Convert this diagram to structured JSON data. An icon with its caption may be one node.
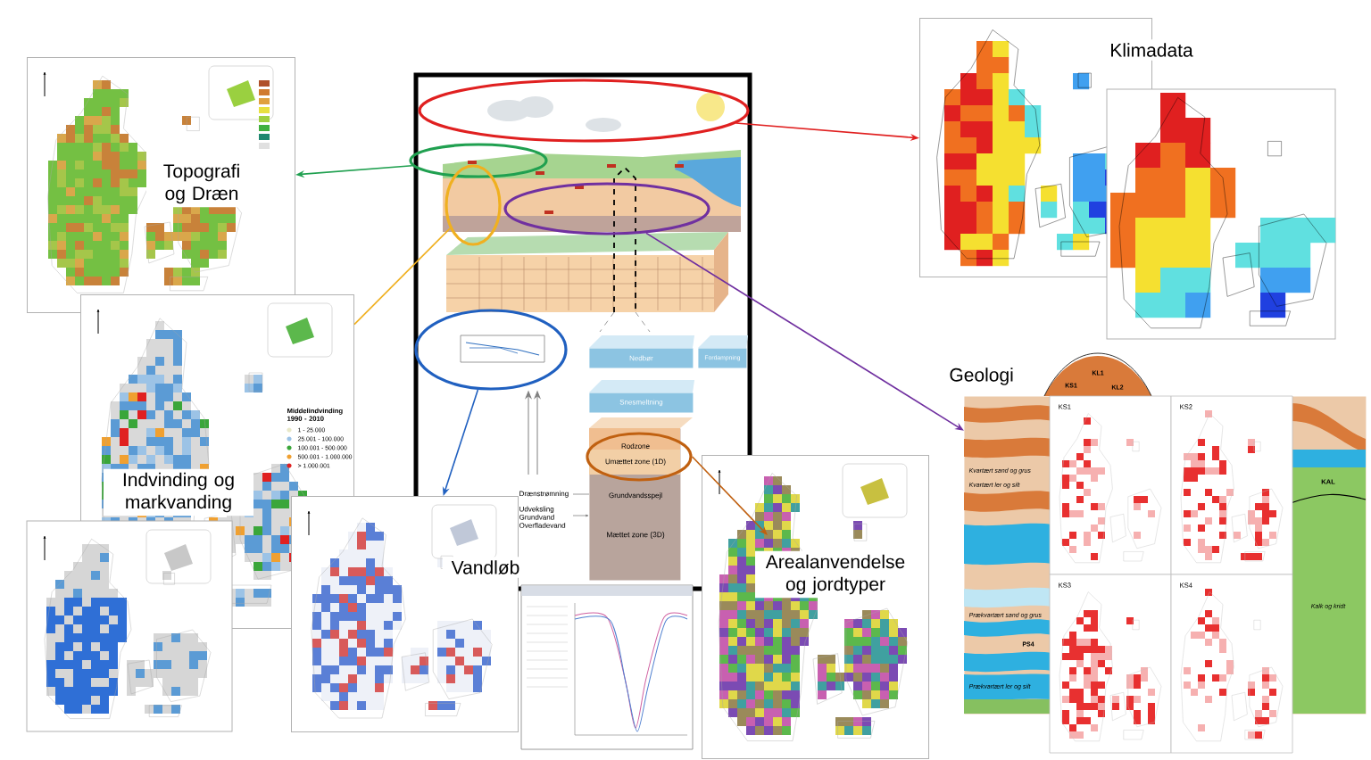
{
  "diagram": {
    "nodes": [
      {
        "text": [
          "Klimadata"
        ]
      },
      {
        "text": [
          "Topografi og Dræn"
        ]
      },
      {
        "text": [
          "Indvinding og markvanding"
        ]
      },
      {
        "text": [
          "Vandløb"
        ]
      },
      {
        "text": [
          "Arealanvendelse og jordtyper"
        ]
      },
      {
        "text": [
          "Geologi"
        ]
      },
      {
        "text": [],
        "shape": "ellipse"
      },
      {
        "text": [],
        "shape": "ellipse"
      },
      {
        "text": [],
        "shape": "ellipse"
      },
      {
        "text": [],
        "shape": "ellipse"
      },
      {
        "text": [],
        "shape": "ellipse"
      },
      {
        "text": [
          "Rodzone",
          "Umættet zone (1D)"
        ]
      },
      {
        "text": [
          "Nedbør"
        ]
      },
      {
        "text": [
          "Fordampning"
        ]
      },
      {
        "text": [
          "Snesmeltning"
        ]
      },
      {
        "text": [
          "Grundvandsspejl",
          "Mættet zone (3D)"
        ]
      }
    ],
    "edges": [
      {
        "from": 6,
        "to": 0,
        "arrow": "to",
        "color": "#e02020"
      },
      {
        "from": 7,
        "to": 1,
        "arrow": "to",
        "color": "#20a050"
      },
      {
        "from": 8,
        "to": 2,
        "arrow": "none",
        "color": "#f0b020"
      },
      {
        "from": 9,
        "to": 5,
        "arrow": "to",
        "color": "#7030a0"
      },
      {
        "from": 10,
        "to": 3,
        "arrow": "to",
        "color": "#2060c0"
      },
      {
        "from": 11,
        "to": 4,
        "arrow": "to",
        "color": "#c06010"
      },
      {
        "from": null,
        "to": 10,
        "arrow": "to",
        "color": "#808080"
      },
      {
        "from": null,
        "to": 10,
        "arrow": "to",
        "color": "#808080"
      }
    ],
    "labels": [
      "Drænstrømning",
      "Udveksling Grundvand Overfladevand",
      "Middelindvinding 1990 - 2010",
      "KL1",
      "KS1",
      "KL2",
      "Kvartært sand og grus",
      "Kvartært ler og silt",
      "KS1",
      "KS2",
      "KAL",
      "Prækvartært sand og grus",
      "PS4",
      "KS3",
      "KS4",
      "Kalk og kridt",
      "Prækvartært ler og silt"
    ],
    "legend": [
      {
        "text": "1 - 25.000",
        "color": "#e8e8c8"
      },
      {
        "text": "25.001 - 100.000",
        "color": "#9cc3e6"
      },
      {
        "text": "100.001 - 500.000",
        "color": "#3aa63a"
      },
      {
        "text": "500.001 - 1.000.000",
        "color": "#f0a030"
      },
      {
        "text": "> 1.000.001",
        "color": "#e02020"
      }
    ]
  }
}
